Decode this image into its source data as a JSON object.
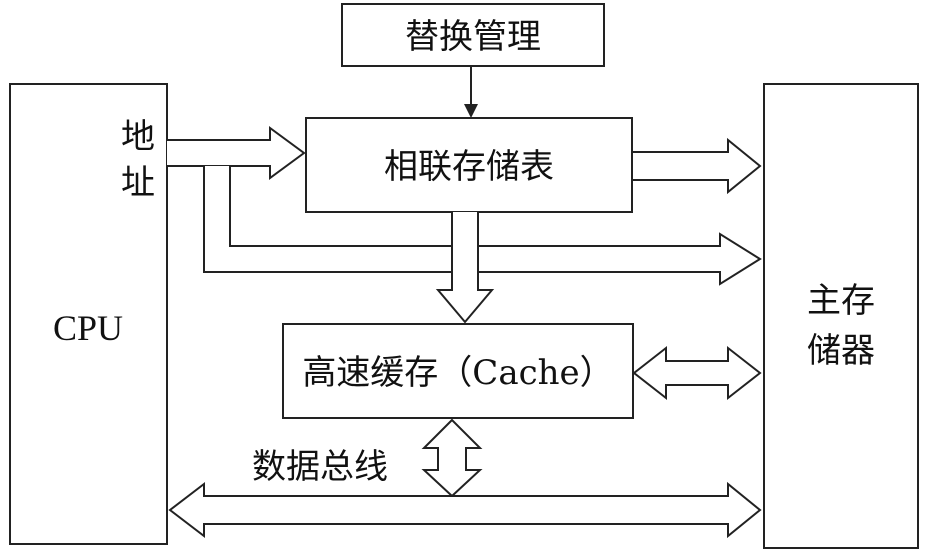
{
  "blocks": {
    "replacement": "替换管理",
    "cpu": "CPU",
    "addr_char1": "地",
    "addr_char2": "址",
    "assoc_table": "相联存储表",
    "cache": "高速缓存（Cache）",
    "main_memory_line1": "主存",
    "main_memory_line2": "储器",
    "data_bus": "数据总线"
  },
  "colors": {
    "stroke": "#222222",
    "background": "#ffffff",
    "text": "#111111"
  }
}
